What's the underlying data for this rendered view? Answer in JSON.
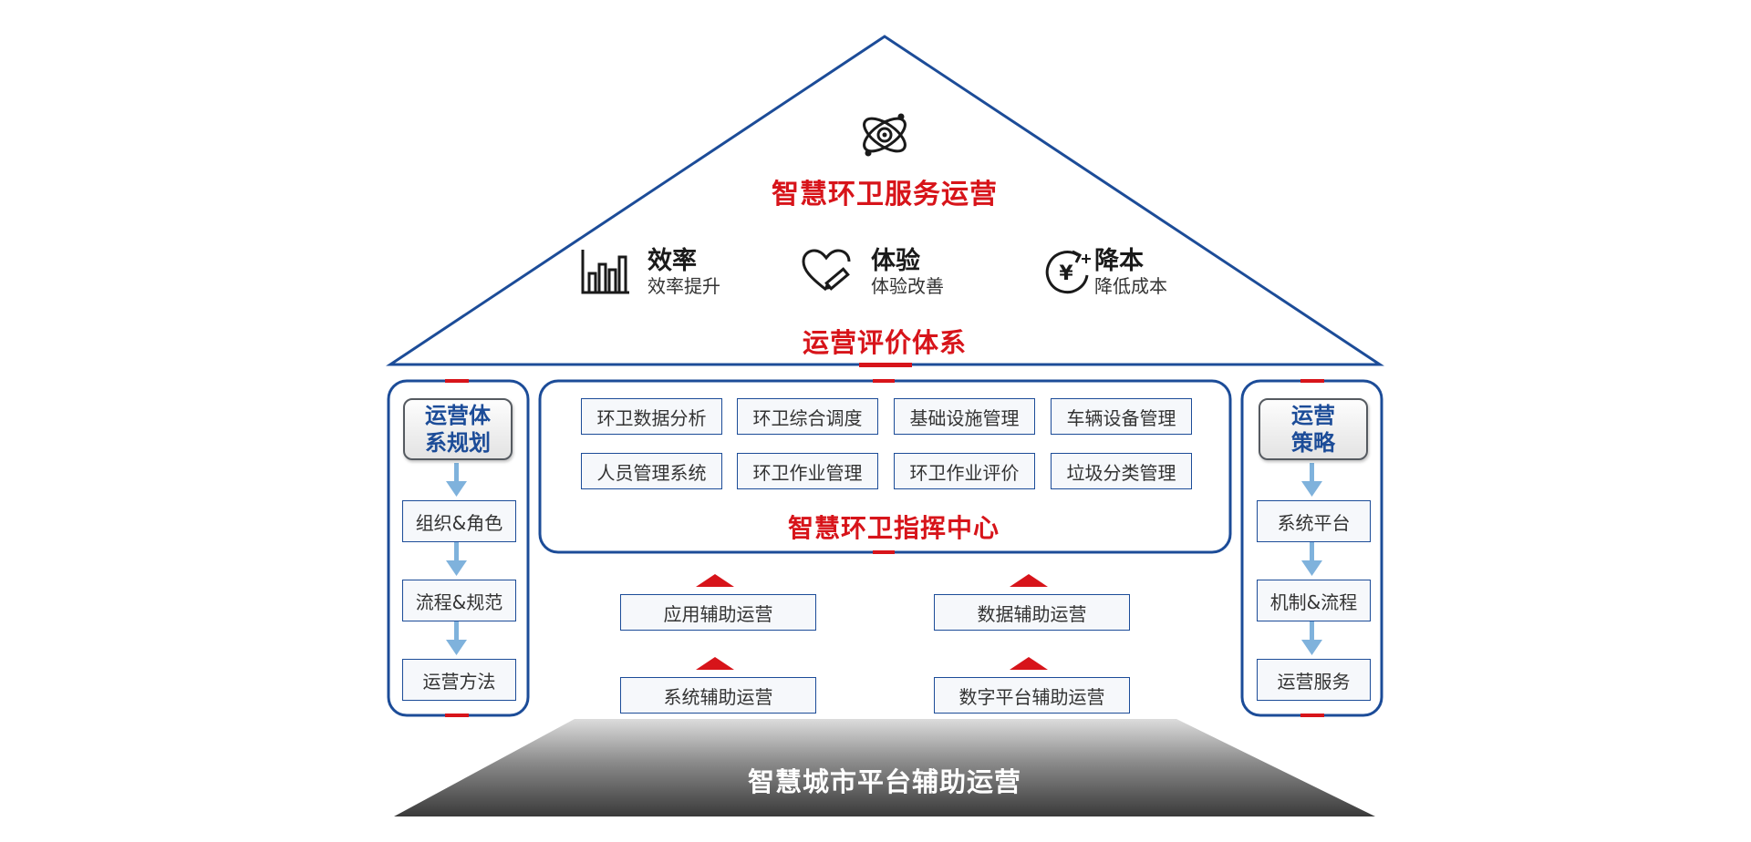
{
  "roof": {
    "title": "智慧环卫服务运营",
    "metrics": [
      {
        "title": "效率",
        "subtitle": "效率提升"
      },
      {
        "title": "体验",
        "subtitle": "体验改善"
      },
      {
        "title": "降本",
        "subtitle": "降低成本"
      }
    ],
    "evaluation_title": "运营评价体系"
  },
  "left_pillar": {
    "head": [
      "运营体",
      "系规划"
    ],
    "items": [
      "组织&角色",
      "流程&规范",
      "运营方法"
    ]
  },
  "right_pillar": {
    "head": [
      "运营",
      "策略"
    ],
    "items": [
      "系统平台",
      "机制&流程",
      "运营服务"
    ]
  },
  "command_center": {
    "title": "智慧环卫指挥中心",
    "modules": [
      "环卫数据分析",
      "环卫综合调度",
      "基础设施管理",
      "车辆设备管理",
      "人员管理系统",
      "环卫作业管理",
      "环卫作业评价",
      "垃圾分类管理"
    ]
  },
  "support": {
    "items": [
      "应用辅助运营",
      "数据辅助运营",
      "系统辅助运营",
      "数字平台辅助运营"
    ]
  },
  "base": {
    "title": "智慧城市平台辅助运营"
  },
  "colors": {
    "accent_red": "#d7141a",
    "frame_blue": "#1c4c98",
    "arrow_blue": "#7fb2dc",
    "base_dark": "#3a3a3a"
  },
  "icons": {
    "roof": "atom-orbit-icon",
    "metrics": [
      "bar-chart-icon",
      "heart-pen-icon",
      "yen-cycle-icon"
    ]
  }
}
